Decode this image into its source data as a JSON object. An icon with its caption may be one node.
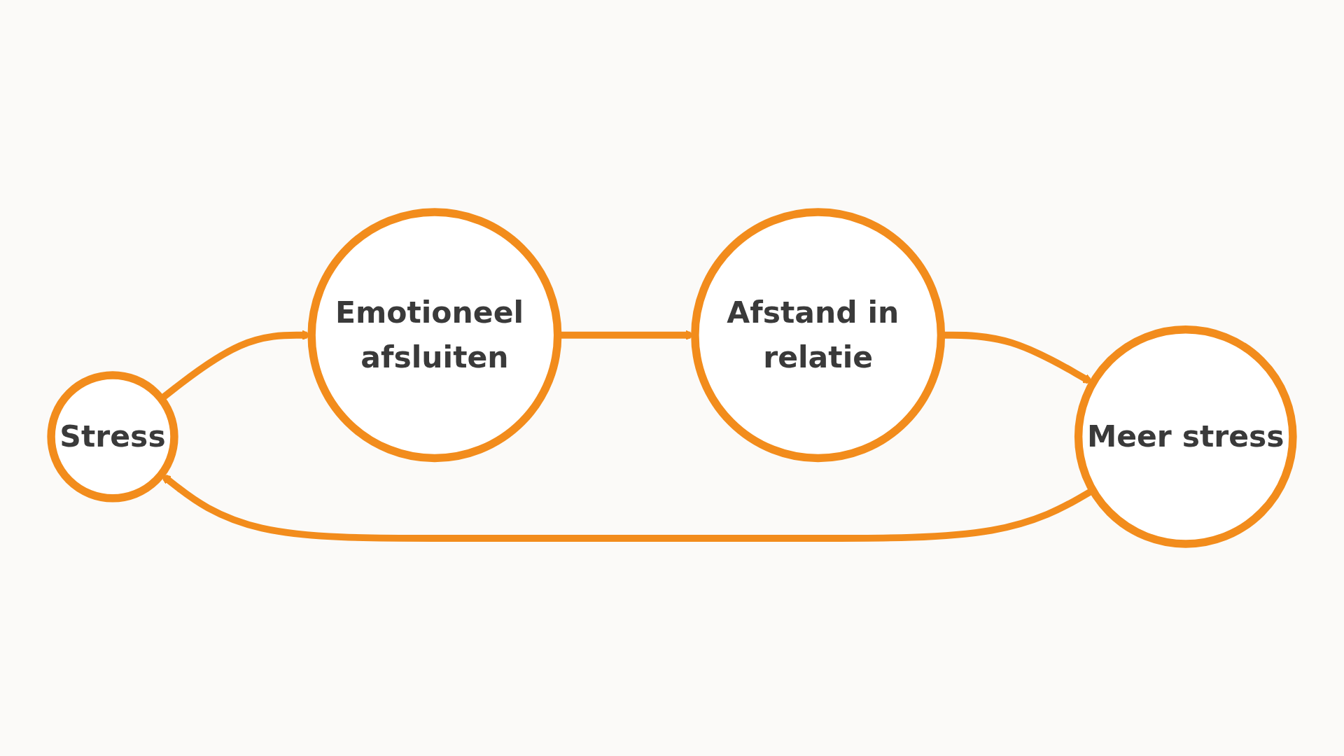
{
  "diagram": {
    "nodes": [
      {
        "text": [
          "Stress"
        ]
      },
      {
        "text": [
          "Emotioneel afsluiten"
        ]
      },
      {
        "text": [
          "Afstand in relatie"
        ]
      },
      {
        "text": [
          "Meer stress"
        ]
      }
    ],
    "edges": [
      {
        "from": 0,
        "to": 1,
        "arrow": "to"
      },
      {
        "from": 1,
        "to": 2,
        "arrow": "to"
      },
      {
        "from": 2,
        "to": 3,
        "arrow": "to"
      },
      {
        "from": 3,
        "to": 0,
        "arrow": "to"
      }
    ]
  }
}
